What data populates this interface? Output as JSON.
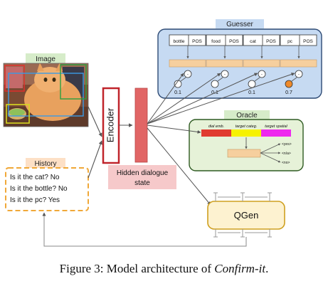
{
  "image_panel": {
    "label": "Image"
  },
  "history_panel": {
    "label": "History",
    "lines": [
      "Is it the cat? No",
      "Is it the bottle? No",
      "Is it the pc? Yes"
    ]
  },
  "encoder": {
    "label": "Encoder"
  },
  "hidden_state": {
    "line1": "Hidden dialogue",
    "line2": "state"
  },
  "guesser": {
    "label": "Guesser",
    "objects": [
      {
        "name": "bottle",
        "tag": "POS",
        "prob": "0.1"
      },
      {
        "name": "food",
        "tag": "POS",
        "prob": "0.1"
      },
      {
        "name": "cat",
        "tag": "POS",
        "prob": "0.1"
      },
      {
        "name": "pc",
        "tag": "POS",
        "prob": "0.7"
      }
    ],
    "dot_symbol": "·"
  },
  "oracle": {
    "label": "Oracle",
    "inputs": [
      "dial emb.",
      "target categ.",
      "target spatial"
    ],
    "outputs": [
      "<yes>",
      "<n/a>",
      "<no>"
    ]
  },
  "qgen": {
    "label": "QGen"
  },
  "caption": {
    "prefix": "Figure 3: Model architecture of ",
    "name": "Confirm-it",
    "suffix": "."
  },
  "colors": {
    "guesser_bg": "#c6daf2",
    "guesser_border": "#2d4a74",
    "oracle_bg": "#e6f2d8",
    "oracle_border": "#2f5b22",
    "qgen_bg": "#fdf2d0",
    "qgen_border": "#cfa020",
    "encoder_border": "#c0242b",
    "hidden_bar": "#e16565",
    "hidden_label_bg": "#f6c9ca",
    "history_border": "#f0a838",
    "dial_emb": "#e03b30",
    "target_categ": "#f6f200",
    "target_spatial": "#ee28ee",
    "peach": "#f6cf9e",
    "highlight_circle": "#ef8a2a"
  }
}
